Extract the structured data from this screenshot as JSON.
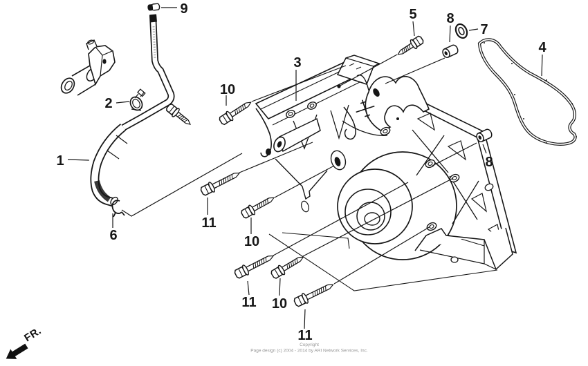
{
  "diagram": {
    "type": "exploded-parts-diagram",
    "callouts": [
      {
        "label": "1"
      },
      {
        "label": "2"
      },
      {
        "label": "3"
      },
      {
        "label": "4"
      },
      {
        "label": "5"
      },
      {
        "label": "6"
      },
      {
        "label": "7"
      },
      {
        "label": "8"
      },
      {
        "label": "8"
      },
      {
        "label": "9"
      },
      {
        "label": "10"
      },
      {
        "label": "10"
      },
      {
        "label": "10"
      },
      {
        "label": "11"
      },
      {
        "label": "11"
      },
      {
        "label": "11"
      }
    ],
    "front_indicator": {
      "label": "FR."
    },
    "footer": {
      "line1": "Copyright",
      "line2": "Page design (c) 2004 - 2014 by ARI Network Services, Inc."
    },
    "colors": {
      "line": "#161616",
      "footer_text": "#989898",
      "background": "#ffffff"
    }
  }
}
